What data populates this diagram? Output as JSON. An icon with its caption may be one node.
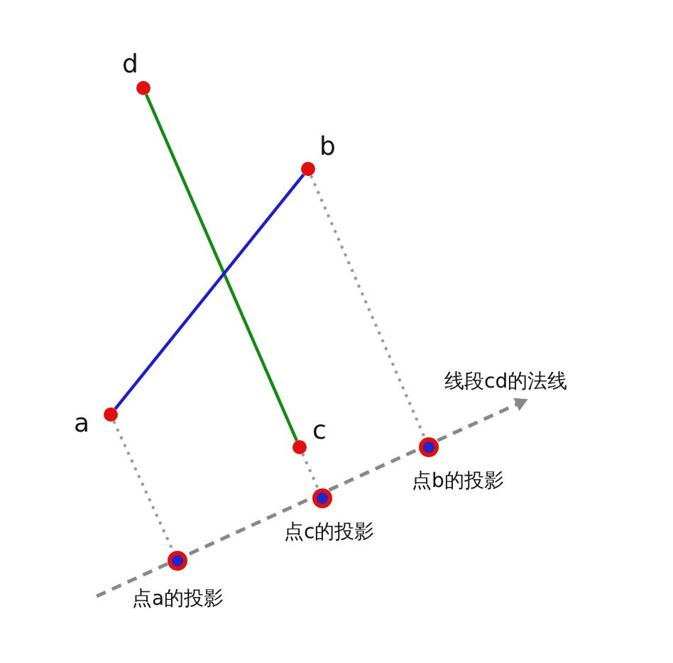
{
  "diagram": {
    "nodes": [
      {
        "text": [
          "d"
        ]
      },
      {
        "text": [
          "b"
        ]
      },
      {
        "text": [
          "a"
        ]
      },
      {
        "text": [
          "c"
        ]
      },
      {
        "text": [
          "点a的投影"
        ]
      },
      {
        "text": [
          "点c的投影"
        ]
      },
      {
        "text": [
          "点b的投影"
        ]
      }
    ],
    "edges": [
      {
        "from": 0,
        "to": 3,
        "arrow": "none",
        "color": "#138a13"
      },
      {
        "from": 2,
        "to": 1,
        "arrow": "none",
        "color": "#1e1ec8"
      },
      {
        "from": 2,
        "to": 4,
        "arrow": "none",
        "style": "dashed",
        "color": "#999999"
      },
      {
        "from": 3,
        "to": 5,
        "arrow": "none",
        "style": "dashed",
        "color": "#999999"
      },
      {
        "from": 1,
        "to": 6,
        "arrow": "none",
        "style": "dashed",
        "color": "#999999"
      }
    ],
    "labels": [
      "线段cd的法线"
    ]
  }
}
